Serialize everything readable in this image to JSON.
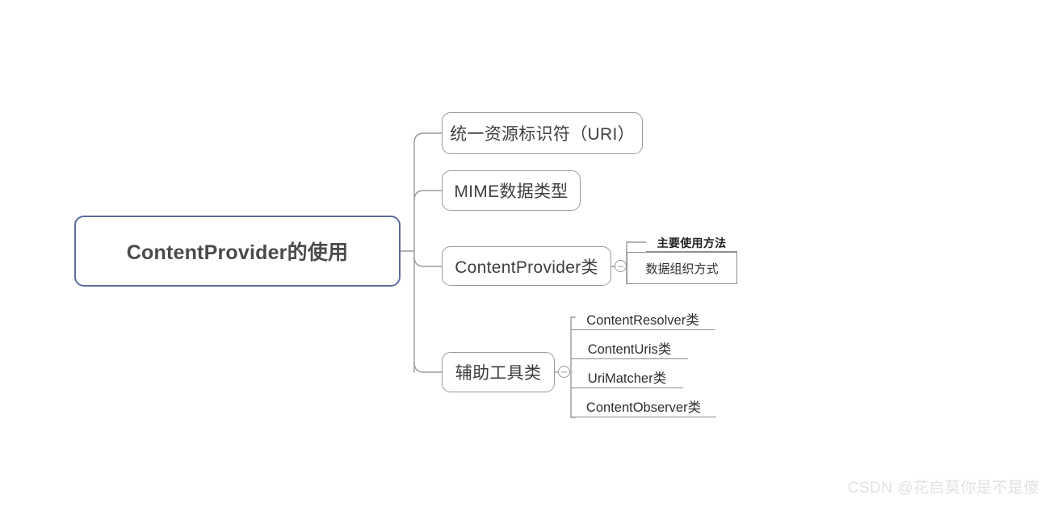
{
  "diagram": {
    "type": "mindmap",
    "background_color": "#ffffff",
    "root": {
      "label": "ContentProvider的使用",
      "border_color": "#5c6b9e",
      "text_color": "#4a4a4a"
    },
    "branches": [
      {
        "id": "uri",
        "label": "统一资源标识符（URI）",
        "shape": "rounded-box",
        "children": []
      },
      {
        "id": "mime",
        "label": "MIME数据类型",
        "shape": "rounded-box",
        "children": []
      },
      {
        "id": "contentprovider-class",
        "label": "ContentProvider类",
        "shape": "rounded-box",
        "collapse_toggle": "minus-circle-icon",
        "children": [
          {
            "id": "main-usage",
            "label": "主要使用方法",
            "shape": "underlined-text",
            "bold": true
          },
          {
            "id": "data-organization",
            "label": "数据组织方式",
            "shape": "rect-box"
          }
        ]
      },
      {
        "id": "helper-classes",
        "label": "辅助工具类",
        "shape": "rounded-box",
        "collapse_toggle": "minus-circle-icon",
        "children": [
          {
            "id": "content-resolver",
            "label": "ContentResolver类",
            "shape": "underlined-text"
          },
          {
            "id": "content-uris",
            "label": "ContentUris类",
            "shape": "underlined-text"
          },
          {
            "id": "uri-matcher",
            "label": "UriMatcher类",
            "shape": "underlined-text"
          },
          {
            "id": "content-observer",
            "label": "ContentObserver类",
            "shape": "underlined-text"
          }
        ]
      }
    ],
    "connector_color": "#9a9a9a"
  },
  "watermark": {
    "text": "CSDN @花启莫你是不是傻"
  }
}
